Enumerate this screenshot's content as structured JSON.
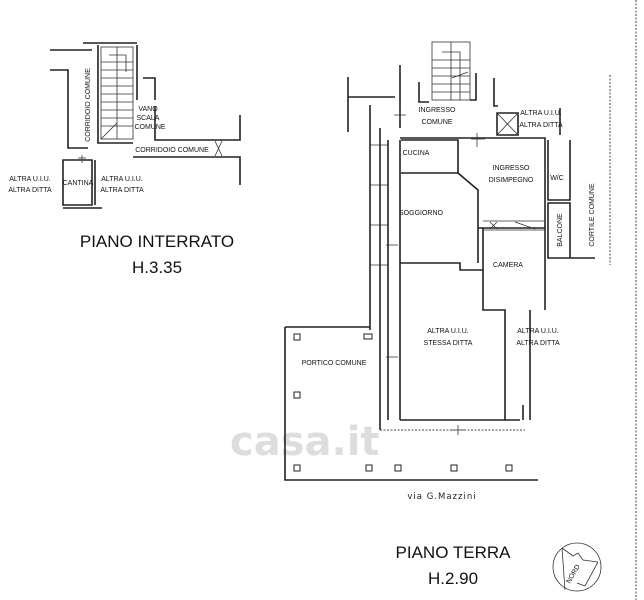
{
  "basement": {
    "title": "PIANO INTERRATO",
    "height": "H.3.35",
    "rooms": {
      "corridor_vertical": "CORRIDOIO COMUNE",
      "stair_1": "VANO",
      "stair_2": "SCALA",
      "stair_3": "COMUNE",
      "corridor_horizontal": "CORRIDOIO COMUNE",
      "cantina": "CANTINA",
      "other_left_1": "ALTRA U.I.U.",
      "other_left_2": "ALTRA DITTA",
      "other_right_1": "ALTRA U.I.U.",
      "other_right_2": "ALTRA DITTA"
    }
  },
  "ground": {
    "title": "PIANO TERRA",
    "height": "H.2.90",
    "street": "via G.Mazzini",
    "north": "NORD",
    "rooms": {
      "ingresso_comune_1": "INGRESSO",
      "ingresso_comune_2": "COMUNE",
      "other_top_1": "ALTRA U.I.U.",
      "other_top_2": "ALTRA DITTA",
      "cucina": "CUCINA",
      "ingresso_1": "INGRESSO",
      "ingresso_2": "DISIMPEGNO",
      "wc": "W/C",
      "soggiorno": "SOGGIORNO",
      "balcone": "BALCONE",
      "cortile": "CORTILE COMUNE",
      "camera": "CAMERA",
      "same_owner_1": "ALTRA U.I.U.",
      "same_owner_2": "STESSA DITTA",
      "other_bottom_1": "ALTRA U.I.U.",
      "other_bottom_2": "ALTRA DITTA",
      "portico": "PORTICO COMUNE"
    }
  },
  "watermark": "casa.it"
}
